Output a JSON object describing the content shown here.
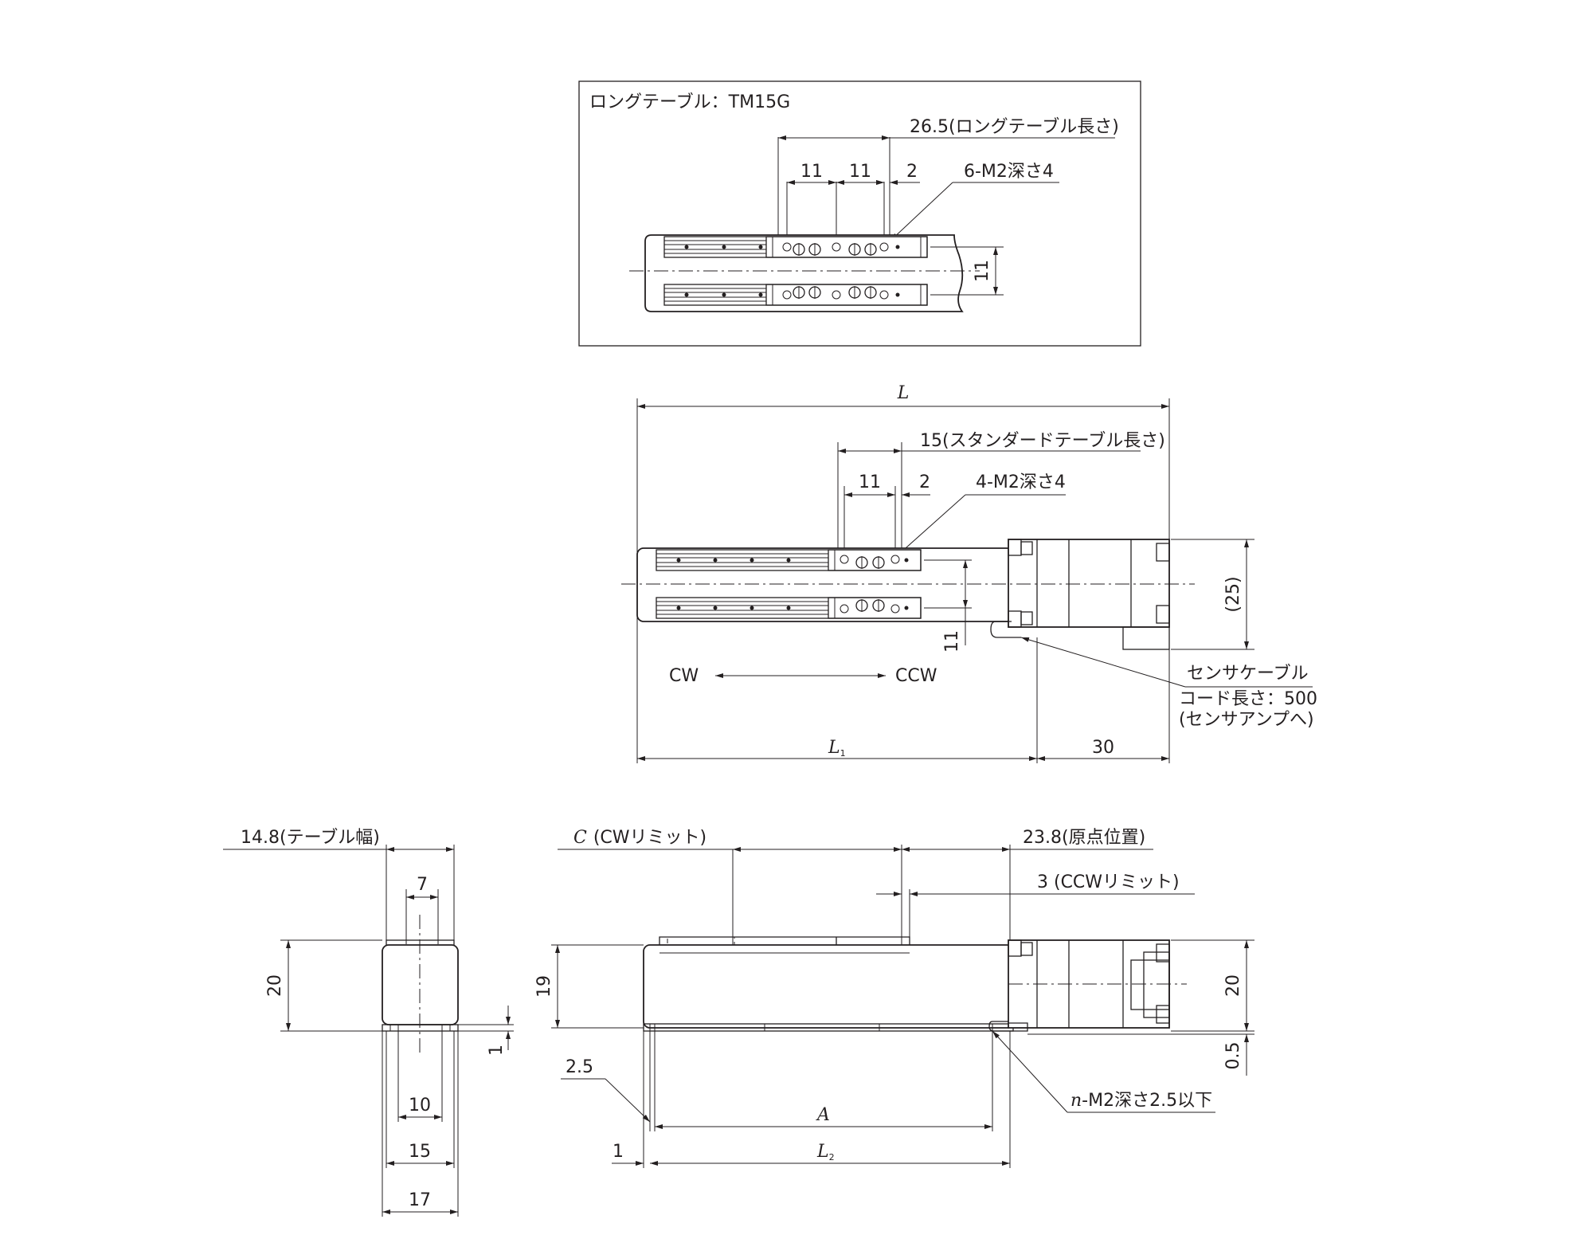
{
  "inset": {
    "title": "ロングテーブル：TM15G",
    "long_table_length": "26.5(ロングテーブル長さ)",
    "pitch_a": "11",
    "pitch_b": "11",
    "offset": "2",
    "holes": "6-M2深さ4",
    "rail_gap": "11"
  },
  "top_view": {
    "overall_length": "L",
    "std_table_length": "15(スタンダードテーブル長さ)",
    "pitch": "11",
    "offset": "2",
    "holes": "4-M2深さ4",
    "rail_gap": "11",
    "motor_width": "(25)",
    "dir_cw": "CW",
    "dir_ccw": "CCW",
    "cable_label": "センサケーブル",
    "cord_length": "コード長さ：500",
    "cord_note": "(センサアンプへ)",
    "stroke_length": "L",
    "stroke_sub": "1",
    "motor_length": "30"
  },
  "end_view": {
    "table_width": "14.8(テーブル幅)",
    "center_width": "7",
    "height": "20",
    "bottom_gap": "1",
    "w10": "10",
    "w15": "15",
    "w17": "17"
  },
  "side_view": {
    "cw_limit_label": "C",
    "cw_limit_text": "(CWリミット)",
    "origin": "23.8(原点位置)",
    "ccw_limit": "3 (CCWリミット)",
    "height_body": "19",
    "height_motor": "20",
    "base_gap": "0.5",
    "edge": "2.5",
    "hole_span": "A",
    "left_offset": "1",
    "base_length": "L",
    "base_sub": "2",
    "mount_holes_n": "n",
    "mount_holes": "-M2深さ2.5以下"
  }
}
